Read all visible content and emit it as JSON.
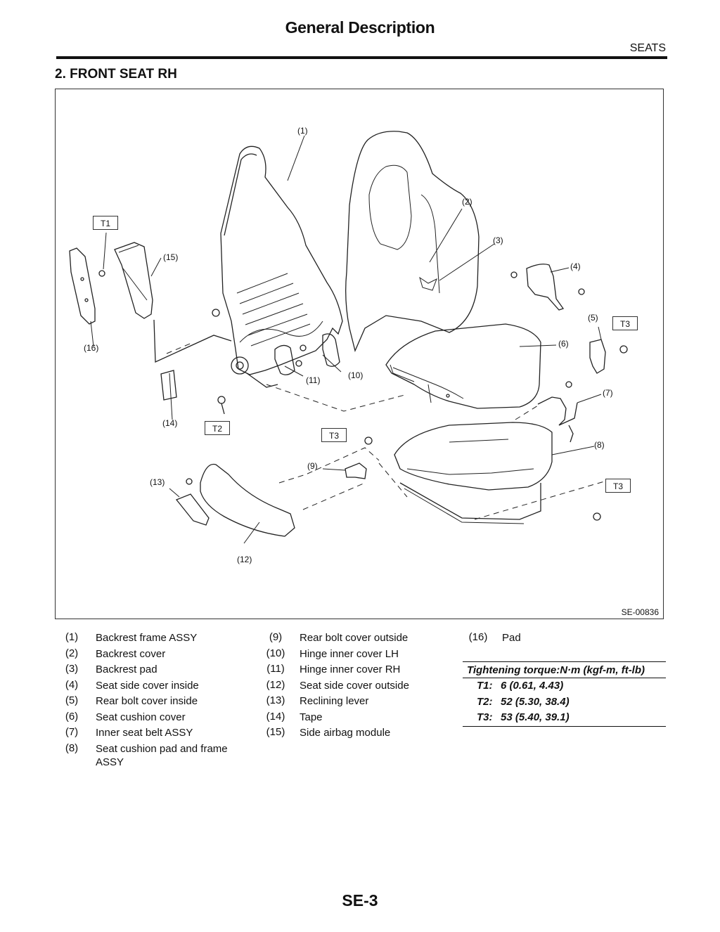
{
  "header": {
    "title": "General Description",
    "chapter": "SEATS"
  },
  "section": {
    "title": "2.  FRONT SEAT RH"
  },
  "figure": {
    "code": "SE-00836",
    "callouts": [
      "(1)",
      "(2)",
      "(3)",
      "(4)",
      "(5)",
      "(6)",
      "(7)",
      "(8)",
      "(9)",
      "(10)",
      "(11)",
      "(12)",
      "(13)",
      "(14)",
      "(15)",
      "(16)"
    ],
    "torque_tags": [
      "T1",
      "T2",
      "T3",
      "T3",
      "T3"
    ]
  },
  "legend": {
    "col1": [
      {
        "num": "(1)",
        "label": "Backrest frame ASSY"
      },
      {
        "num": "(2)",
        "label": "Backrest cover"
      },
      {
        "num": "(3)",
        "label": "Backrest pad"
      },
      {
        "num": "(4)",
        "label": "Seat side cover inside"
      },
      {
        "num": "(5)",
        "label": "Rear bolt cover inside"
      },
      {
        "num": "(6)",
        "label": "Seat cushion cover"
      },
      {
        "num": "(7)",
        "label": "Inner seat belt ASSY"
      },
      {
        "num": "(8)",
        "label": "Seat cushion pad and frame ASSY"
      }
    ],
    "col2": [
      {
        "num": "(9)",
        "label": "Rear bolt cover outside"
      },
      {
        "num": "(10)",
        "label": "Hinge inner cover LH"
      },
      {
        "num": "(11)",
        "label": "Hinge inner cover RH"
      },
      {
        "num": "(12)",
        "label": "Seat side cover outside"
      },
      {
        "num": "(13)",
        "label": "Reclining lever"
      },
      {
        "num": "(14)",
        "label": "Tape"
      },
      {
        "num": "(15)",
        "label": "Side airbag module"
      }
    ],
    "col3": [
      {
        "num": "(16)",
        "label": "Pad"
      }
    ]
  },
  "torque": {
    "header": "Tightening torque:N·m (kgf-m, ft-lb)",
    "rows": [
      {
        "key": "T1:",
        "value": "6 (0.61, 4.43)"
      },
      {
        "key": "T2:",
        "value": "52 (5.30, 38.4)"
      },
      {
        "key": "T3:",
        "value": "53 (5.40, 39.1)"
      }
    ]
  },
  "footer": {
    "page": "SE-3"
  }
}
